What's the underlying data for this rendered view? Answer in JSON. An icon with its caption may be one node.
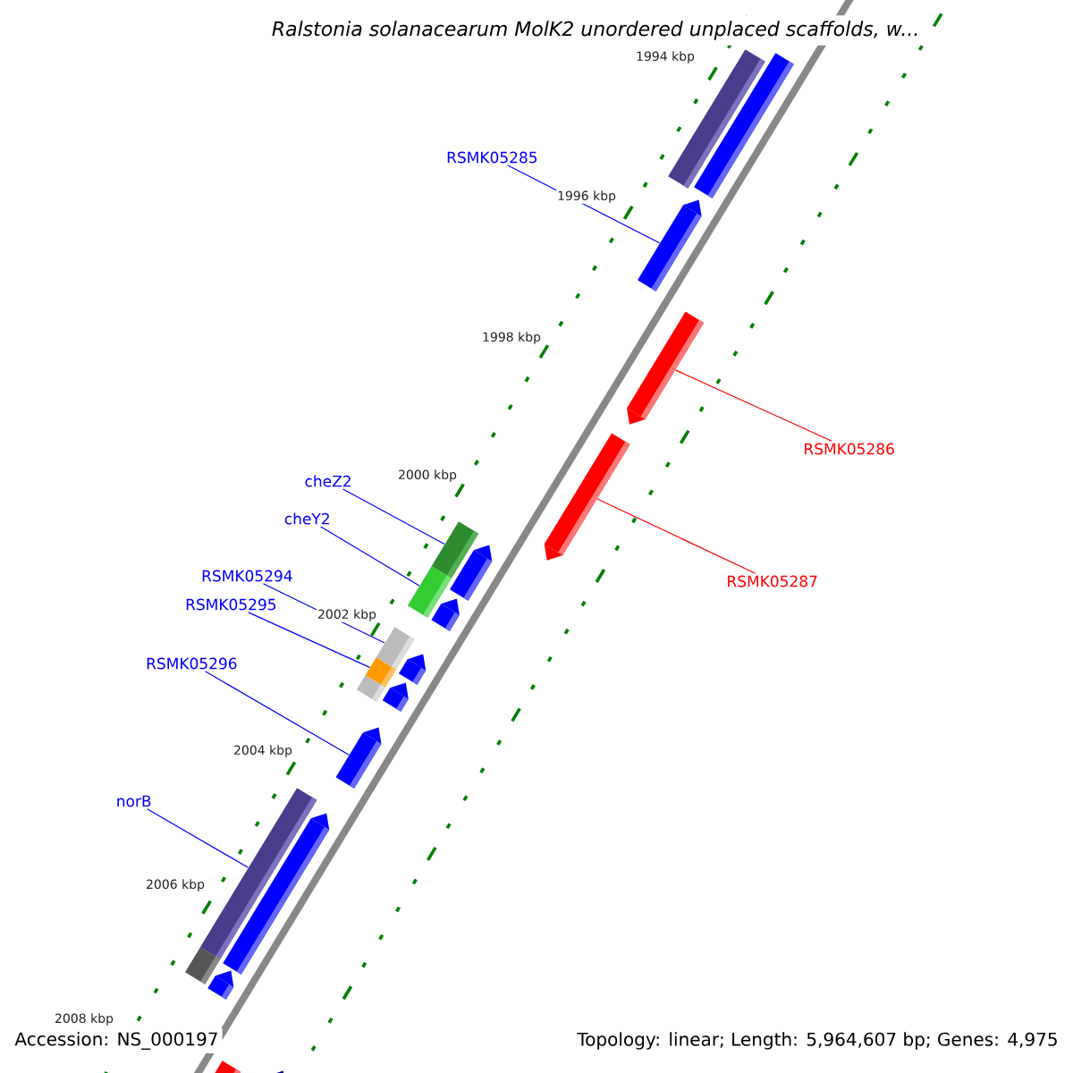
{
  "diagram": {
    "title": "*Ralstonia solanacearum* MolK2 unordered unplaced scaffolds, w...",
    "nodes": [
      {
        "text": [
          "RSMK05285"
        ]
      },
      {
        "text": [],
        "shape": "bar"
      },
      {
        "text": [
          "RSMK05286"
        ]
      },
      {
        "text": [],
        "shape": "bar"
      },
      {
        "text": [
          "RSMK05287"
        ]
      },
      {
        "text": [],
        "shape": "bar"
      },
      {
        "text": [
          "cheZ2"
        ]
      },
      {
        "text": [],
        "shape": "bar"
      },
      {
        "text": [
          "cheY2"
        ]
      },
      {
        "text": [],
        "shape": "bar"
      },
      {
        "text": [
          "RSMK05294"
        ]
      },
      {
        "text": [],
        "shape": "bar"
      },
      {
        "text": [
          "RSMK05295"
        ]
      },
      {
        "text": [],
        "shape": "bar"
      },
      {
        "text": [
          "RSMK05296"
        ]
      },
      {
        "text": [],
        "shape": "bar"
      },
      {
        "text": [
          "norB"
        ]
      },
      {
        "text": [],
        "shape": "bar"
      },
      {
        "text": [],
        "shape": "bar"
      },
      {
        "text": [],
        "shape": "bar"
      },
      {
        "text": [],
        "shape": "bar"
      },
      {
        "text": [],
        "shape": "bar"
      },
      {
        "text": [],
        "shape": "bar"
      },
      {
        "text": [],
        "shape": "bar"
      },
      {
        "text": [],
        "shape": "bar"
      },
      {
        "text": [],
        "shape": "bar"
      },
      {
        "text": [],
        "shape": "bar"
      },
      {
        "text": [],
        "shape": "bar"
      },
      {
        "text": [],
        "shape": "bar"
      },
      {
        "text": [],
        "shape": "bar"
      }
    ],
    "edges": [
      {
        "from": 0,
        "to": 1,
        "arrow": "none"
      },
      {
        "from": 2,
        "to": 3,
        "arrow": "none",
        "color": "#ff0000"
      },
      {
        "from": 4,
        "to": 5,
        "arrow": "none",
        "color": "#ff0000"
      },
      {
        "from": 6,
        "to": 7,
        "arrow": "none"
      },
      {
        "from": 8,
        "to": 9,
        "arrow": "none"
      },
      {
        "from": 10,
        "to": 11,
        "arrow": "none"
      },
      {
        "from": 12,
        "to": 13,
        "arrow": "none"
      },
      {
        "from": 14,
        "to": 15,
        "arrow": "none"
      },
      {
        "from": 16,
        "to": 17,
        "arrow": "none"
      }
    ],
    "labels": [
      "1994 kbp",
      "1996 kbp",
      "1998 kbp",
      "2000 kbp",
      "2002 kbp",
      "2004 kbp",
      "2006 kbp",
      "2008 kbp",
      "Accession: NS_000197",
      "Topology: linear; Length: 5,964,607 bp; Genes: 4,975"
    ]
  }
}
